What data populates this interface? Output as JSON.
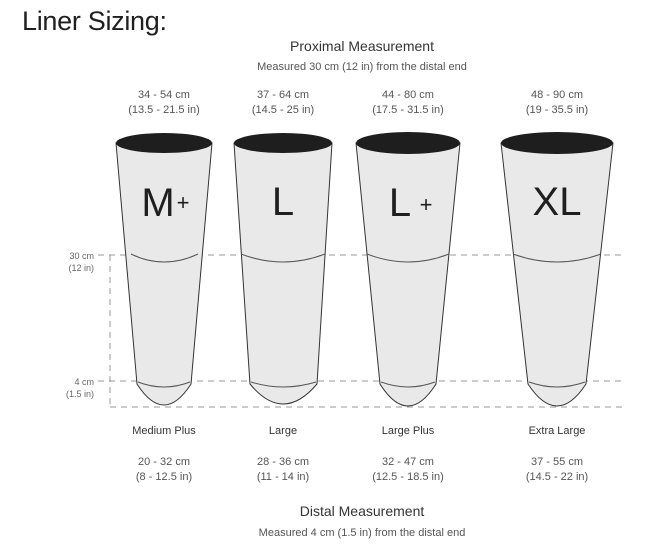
{
  "title": "Liner Sizing:",
  "proximal": {
    "heading": "Proximal Measurement",
    "subheading": "Measured 30 cm (12 in) from the distal end"
  },
  "distal": {
    "heading": "Distal Measurement",
    "subheading": "Measured 4 cm (1.5 in) from the distal end"
  },
  "scale": {
    "upper_cm": "30 cm",
    "upper_in": "(12 in)",
    "lower_cm": "4 cm",
    "lower_in": "(1.5 in)"
  },
  "liners": [
    {
      "code": "M",
      "suffix": "+",
      "name": "Medium Plus",
      "proximal_cm": "34 - 54 cm",
      "proximal_in": "(13.5 - 21.5 in)",
      "distal_cm": "20 - 32 cm",
      "distal_in": "(8 - 12.5 in)"
    },
    {
      "code": "L",
      "suffix": "",
      "name": "Large",
      "proximal_cm": "37 - 64 cm",
      "proximal_in": "(14.5 - 25 in)",
      "distal_cm": "28 - 36 cm",
      "distal_in": "(11 - 14 in)"
    },
    {
      "code": "L",
      "suffix": "+",
      "name": "Large Plus",
      "proximal_cm": "44 - 80 cm",
      "proximal_in": "(17.5 - 31.5 in)",
      "distal_cm": "32 - 47 cm",
      "distal_in": "(12.5 - 18.5 in)"
    },
    {
      "code": "XL",
      "suffix": "",
      "name": "Extra Large",
      "proximal_cm": "48 - 90 cm",
      "proximal_in": "(19 - 35.5 in)",
      "distal_cm": "37 - 55 cm",
      "distal_in": "(14.5 - 22 in)"
    }
  ],
  "colors": {
    "liner_fill": "#e9e9e9",
    "liner_stroke": "#333333",
    "opening": "#1e1e1e",
    "dashed": "#9a9a9a"
  }
}
